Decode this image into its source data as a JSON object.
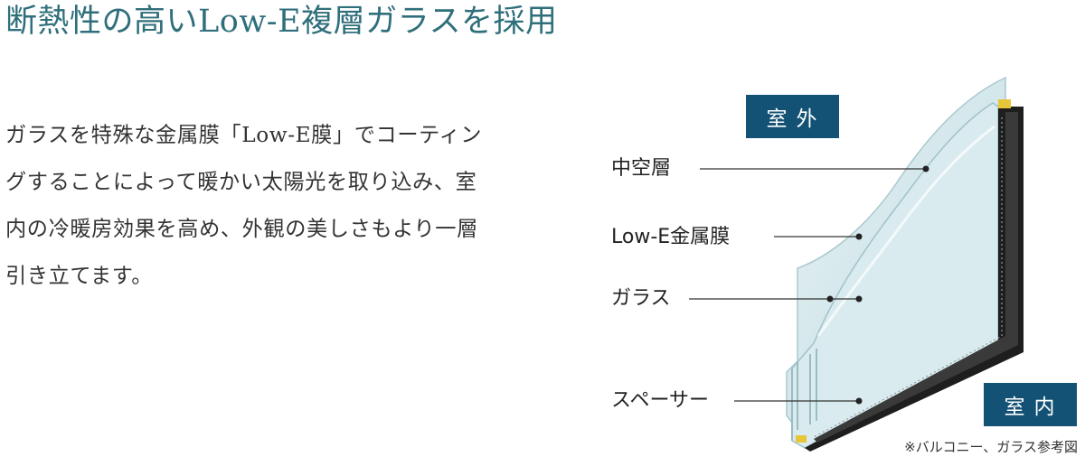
{
  "title": "断熱性の高いLow-E複層ガラスを採用",
  "description_lines": [
    "ガラスを特殊な金属膜「Low-E膜」でコーティン",
    "グすることによって暖かい太陽光を取り込み、室",
    "内の冷暖房効果を高め、外観の美しさもより一層",
    "引き立てます。"
  ],
  "diagram": {
    "outside_label": "室外",
    "inside_label": "室内",
    "labels": {
      "air_layer": "中空層",
      "lowe_film": "Low-E金属膜",
      "glass": "ガラス",
      "spacer": "スペーサー"
    },
    "note": "※バルコニー、ガラス参考図",
    "colors": {
      "badge": "#135274",
      "glass": "#d3e6ea",
      "glass_edge": "#9fbfc5",
      "spacer": "#222222",
      "title": "#2f6f7b"
    }
  }
}
